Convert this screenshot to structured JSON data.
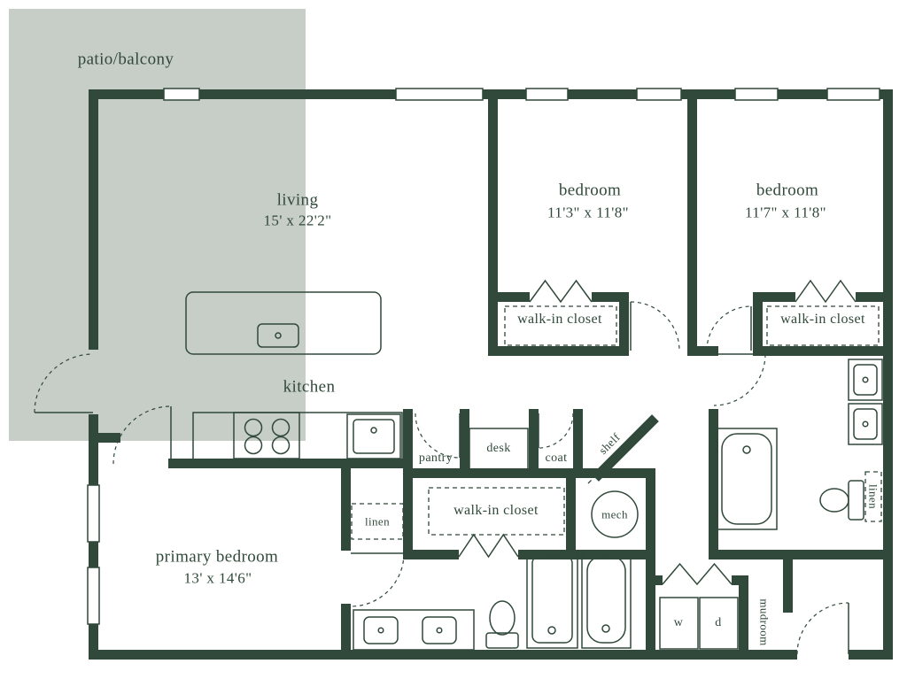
{
  "colors": {
    "wall": "#30493a",
    "line": "#30493a",
    "text": "#30493a",
    "patio": "#c7cdc7",
    "background": "#ffffff"
  },
  "patio": {
    "label": "patio/balcony"
  },
  "rooms": {
    "living": {
      "label": "living",
      "dims": "15' x 22'2\""
    },
    "kitchen": {
      "label": "kitchen"
    },
    "bedroom1": {
      "label": "bedroom",
      "dims": "11'3\" x 11'8\""
    },
    "bedroom2": {
      "label": "bedroom",
      "dims": "11'7\" x 11'8\""
    },
    "primary_bedroom": {
      "label": "primary bedroom",
      "dims": "13' x 14'6\""
    },
    "walk_in_closet1": {
      "label": "walk-in closet"
    },
    "walk_in_closet2": {
      "label": "walk-in closet"
    },
    "primary_closet": {
      "label": "walk-in closet"
    },
    "pantry": {
      "label": "pantry"
    },
    "desk": {
      "label": "desk"
    },
    "coat": {
      "label": "coat"
    },
    "shelf": {
      "label": "shelf"
    },
    "mech": {
      "label": "mech"
    },
    "linen_primary": {
      "label": "linen"
    },
    "linen_bath": {
      "label": "linen"
    },
    "washer": {
      "label": "w"
    },
    "dryer": {
      "label": "d"
    },
    "mudroom": {
      "label": "mudroom"
    }
  }
}
